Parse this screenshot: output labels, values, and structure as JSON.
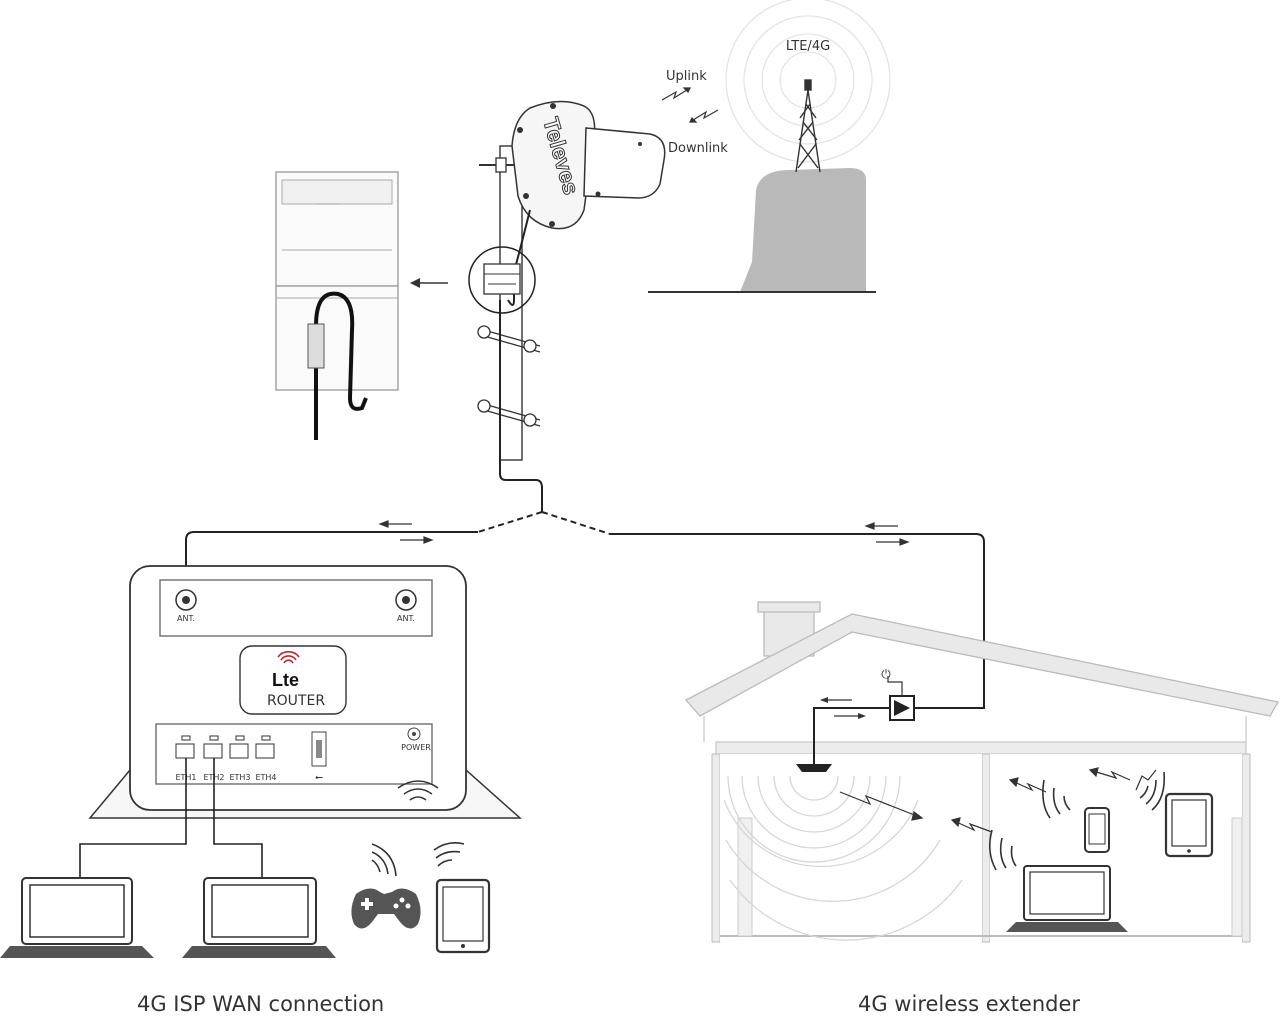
{
  "tower": {
    "label": "LTE/4G",
    "uplink_label": "Uplink",
    "downlink_label": "Downlink"
  },
  "antenna": {
    "brand": "Televes"
  },
  "router": {
    "port_ant_left": "ANT.",
    "port_ant_right": "ANT.",
    "logo_text": "Lte",
    "name": "ROUTER",
    "power_label": "POWER",
    "eth_ports": [
      "ETH1",
      "ETH2",
      "ETH3",
      "ETH4"
    ]
  },
  "captions": {
    "left": "4G ISP WAN connection",
    "right": "4G wireless extender"
  }
}
